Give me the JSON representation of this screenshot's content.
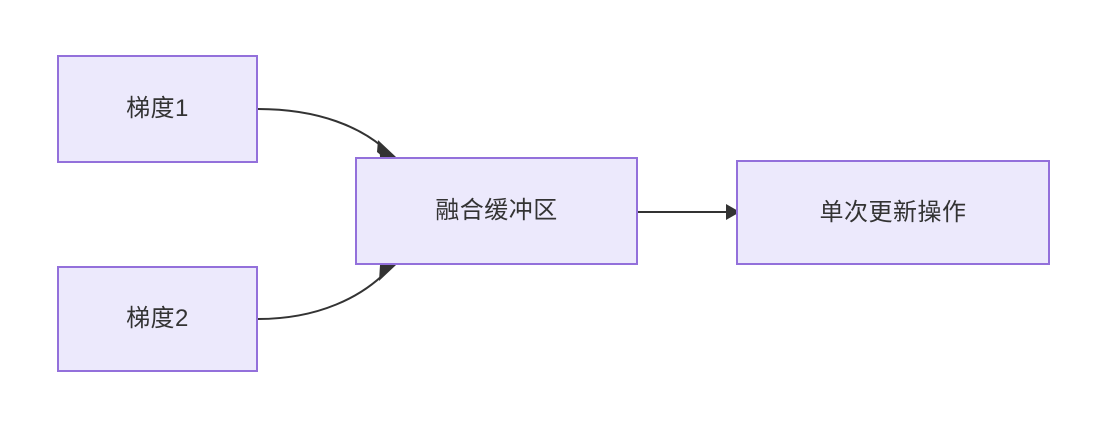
{
  "diagram": {
    "type": "flowchart",
    "direction": "left-to-right",
    "background_color": "#ffffff",
    "node_fill_color": "#ece9fc",
    "node_border_color": "#9370db",
    "node_text_color": "#333333",
    "edge_color": "#333333",
    "nodes": [
      {
        "id": "gradient-1",
        "label": "梯度1"
      },
      {
        "id": "gradient-2",
        "label": "梯度2"
      },
      {
        "id": "fusion-buffer",
        "label": "融合缓冲区"
      },
      {
        "id": "single-update",
        "label": "单次更新操作"
      }
    ],
    "edges": [
      {
        "id": "edge-gradient-1-to-fusion-buffer",
        "from": "gradient-1",
        "to": "fusion-buffer",
        "label": "",
        "style": "curved"
      },
      {
        "id": "edge-gradient-2-to-fusion-buffer",
        "from": "gradient-2",
        "to": "fusion-buffer",
        "label": "",
        "style": "curved"
      },
      {
        "id": "edge-fusion-buffer-to-single-update",
        "from": "fusion-buffer",
        "to": "single-update",
        "label": "",
        "style": "straight"
      }
    ]
  }
}
